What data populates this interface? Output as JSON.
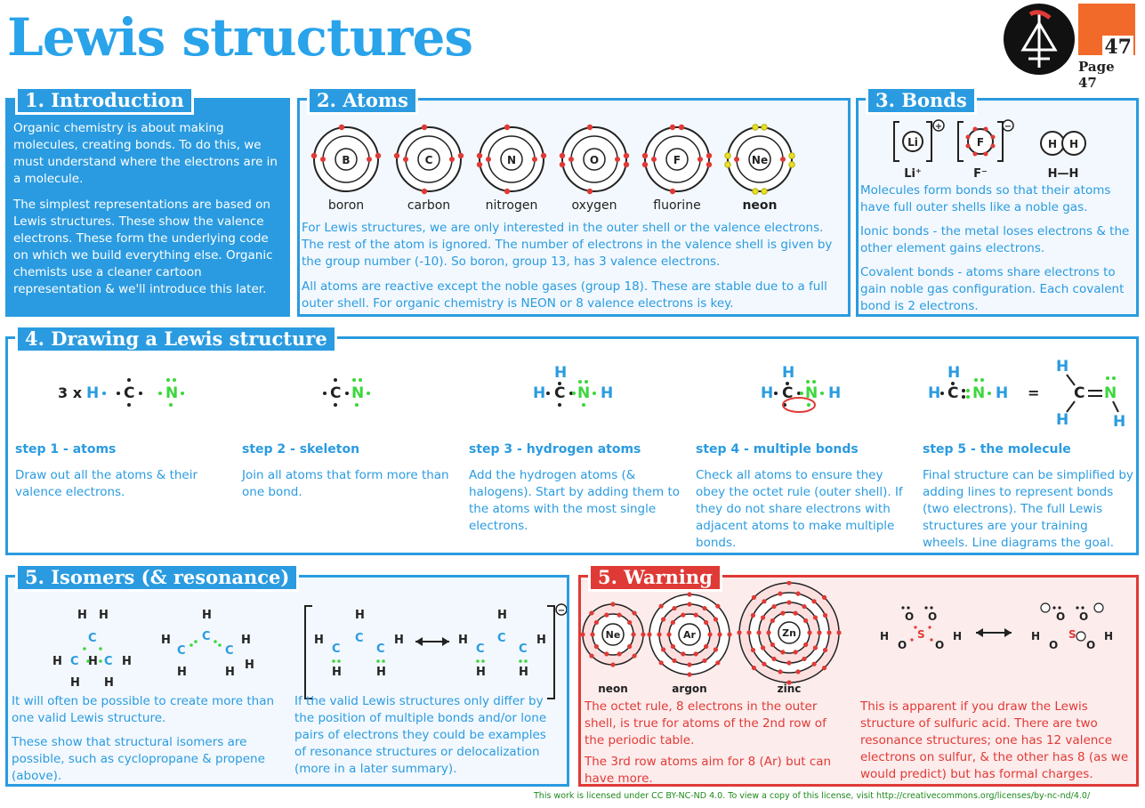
{
  "title": "Lewis structures",
  "page": {
    "number": "47",
    "label": "Page 47"
  },
  "intro": {
    "heading": "1. Introduction",
    "p1": "Organic chemistry is about making molecules, creating bonds. To do this, we must understand where the electrons are in a molecule.",
    "p2": "The simplest representations are based on Lewis structures. These show the valence electrons. These form the underlying code on which we build everything else. Organic chemists use a cleaner cartoon representation & we'll introduce this later."
  },
  "atoms": {
    "heading": "2. Atoms",
    "items": [
      {
        "symbol": "B",
        "name": "boron",
        "valence": 3
      },
      {
        "symbol": "C",
        "name": "carbon",
        "valence": 4
      },
      {
        "symbol": "N",
        "name": "nitrogen",
        "valence": 5
      },
      {
        "symbol": "O",
        "name": "oxygen",
        "valence": 6
      },
      {
        "symbol": "F",
        "name": "fluorine",
        "valence": 7
      },
      {
        "symbol": "Ne",
        "name": "neon",
        "valence": 8
      }
    ],
    "p1": "For Lewis structures, we are only interested in the outer shell or the valence electrons. The rest of the atom is ignored. The number of electrons in the valence shell is given by the group number (-10). So boron, group 13, has 3 valence electrons.",
    "p2": "All atoms are reactive except the noble gases (group 18). These are stable due to a full outer shell. For organic chemistry is NEON or 8 valence electrons is key."
  },
  "bonds": {
    "heading": "3. Bonds",
    "ion1": "Li",
    "ion1_label": "Li⁺",
    "ion2": "F",
    "ion2_label": "F⁻",
    "h": "H",
    "hh_label": "H—H",
    "plus": "+",
    "minus": "−",
    "p1": "Molecules form bonds so that their atoms have full outer shells like a noble gas.",
    "p2": "Ionic bonds - the metal loses electrons & the other element gains electrons.",
    "p3": "Covalent bonds - atoms share electrons to gain noble gas configuration. Each covalent bond is 2 electrons."
  },
  "drawing": {
    "heading": "4. Drawing a Lewis structure",
    "three_x": "3 x",
    "equals": "=",
    "steps": [
      {
        "title": "step 1 - atoms",
        "text": "Draw out all the atoms & their valence electrons."
      },
      {
        "title": "step 2 - skeleton",
        "text": "Join all atoms that form more than one bond."
      },
      {
        "title": "step 3 - hydrogen atoms",
        "text": "Add the hydrogen atoms (& halogens). Start by adding them to the atoms with the most single electrons."
      },
      {
        "title": "step 4 - multiple bonds",
        "text": "Check all atoms to ensure they obey the octet rule (outer shell). If they do not share electrons with adjacent atoms to make multiple bonds."
      },
      {
        "title": "step 5 - the molecule",
        "text": "Final structure can be simplified by adding lines to represent bonds (two electrons). The full Lewis structures are your training wheels. Line diagrams the goal."
      }
    ]
  },
  "isomers": {
    "heading": "5. Isomers (& resonance)",
    "p1": "It will often be possible to create more than one valid Lewis structure.",
    "p2": "These show that structural isomers are possible, such as cyclopropane & propene (above).",
    "p3": "If the valid Lewis structures only differ by the position of multiple bonds and/or lone pairs of electrons they could be examples of resonance structures or delocalization (more in a later summary).",
    "charge": "−"
  },
  "warning": {
    "heading": "5. Warning",
    "atoms": [
      {
        "symbol": "Ne",
        "name": "neon"
      },
      {
        "symbol": "Ar",
        "name": "argon"
      },
      {
        "symbol": "Zn",
        "name": "zinc"
      }
    ],
    "p1": "The octet rule, 8 electrons in the outer shell, is true for atoms of the 2nd row of the periodic table.",
    "p2": "The 3rd row atoms aim for 8 (Ar) but can have more.",
    "p3": "This is apparent if you draw the Lewis structure of sulfuric acid. There are two resonance structures; one has 12 valence electrons on sulfur, & the other has 8 (as we would predict) but has formal charges."
  },
  "footer": "This work is licensed under CC BY-NC-ND 4.0. To view a copy of this license, visit http://creativecommons.org/licenses/by-nc-nd/4.0/",
  "colors": {
    "blue": "#2a9be0",
    "red": "#e03a36",
    "green": "#3dd63d",
    "orange": "#f26a2a"
  }
}
